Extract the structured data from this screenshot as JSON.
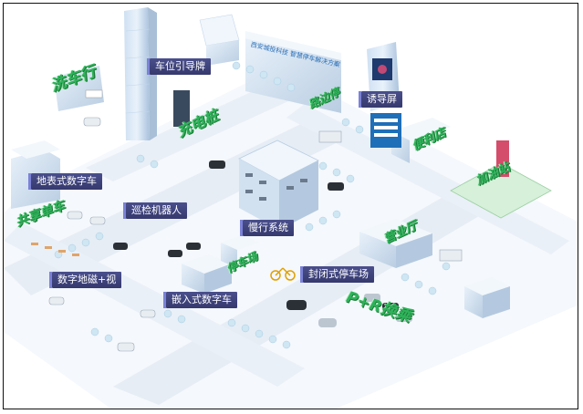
{
  "callouts": {
    "parking_guidance": "车位引导牌",
    "guide_screen": "诱导屏",
    "surface_digital": "地表式数字车",
    "patrol_robot": "巡检机器人",
    "slow_traffic": "慢行系统",
    "digital_geomag": "数字地磁+视",
    "enclosed_parking": "封闭式停车场",
    "embedded_digital": "嵌入式数字车"
  },
  "signs": {
    "car_wash": "洗车行",
    "charging_pile": "充电桩",
    "shared_bike": "共享单车",
    "park_ride": "P+R换乘",
    "business_hall": "营业厅",
    "convenience_store": "便利店",
    "gas_station": "加油站",
    "roadside": "路边停",
    "green_label": "停车场"
  },
  "billboard_text": "西安城投科技 智慧停车解决方案",
  "colors": {
    "callout_bg": "#3d4278",
    "sign_green": "#2fb35a",
    "road": "#eef3f8",
    "building": "#dbe7f3",
    "roof": "#f2f7fc"
  }
}
